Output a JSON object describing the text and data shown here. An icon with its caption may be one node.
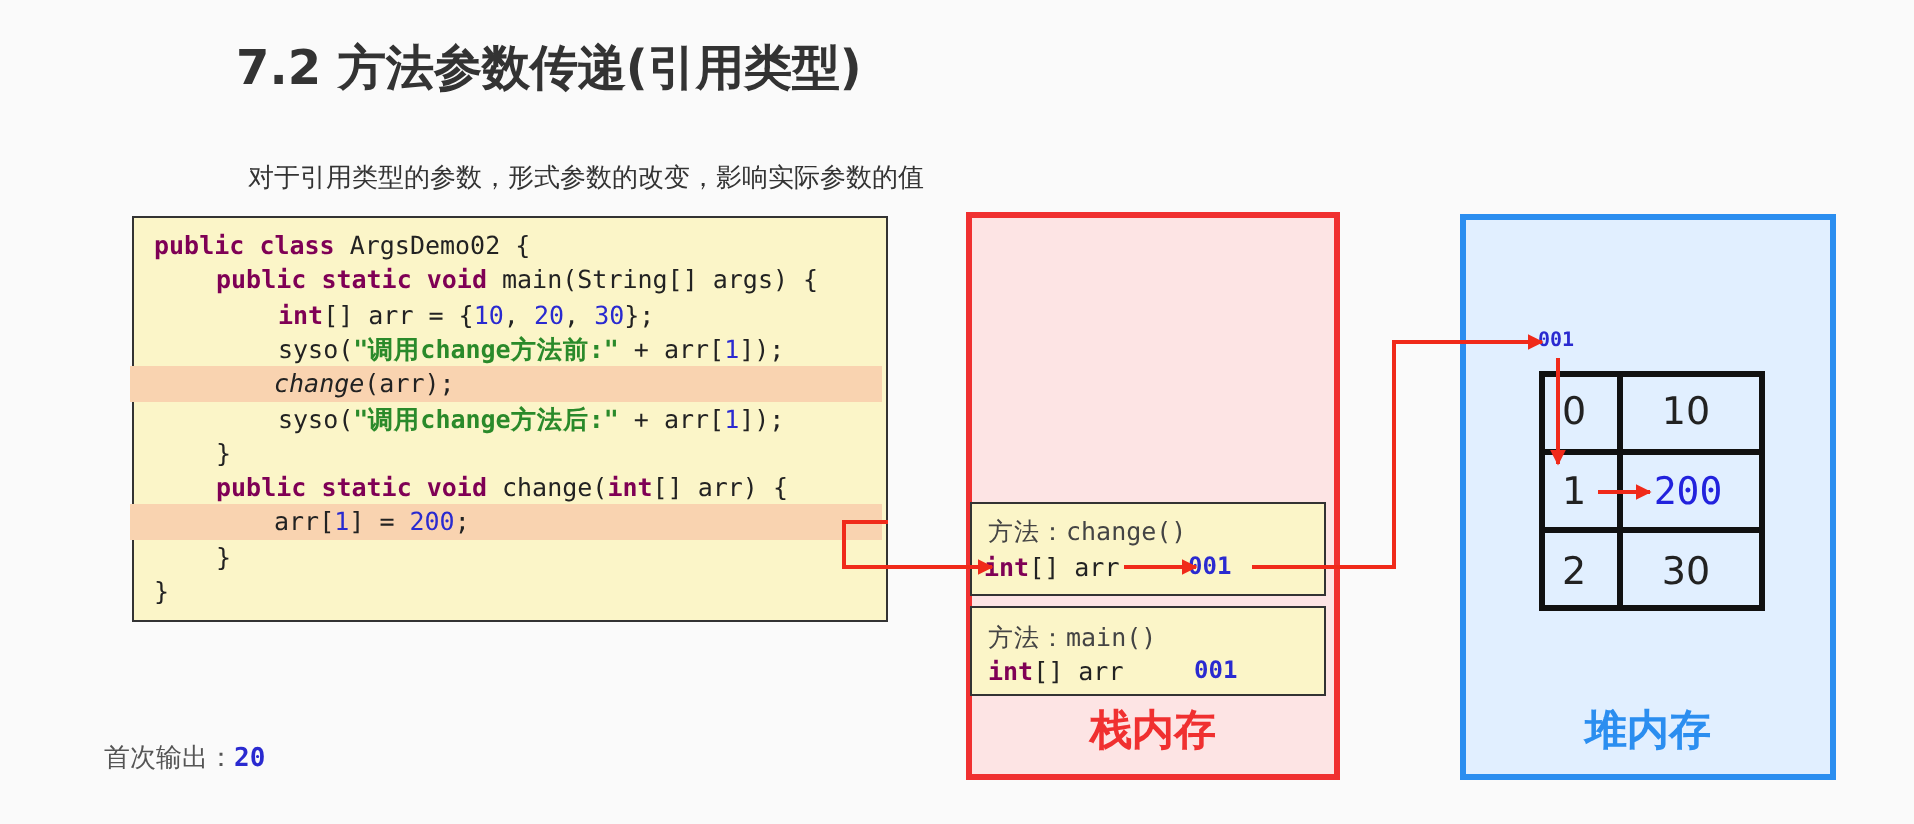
{
  "diagram": {
    "title": "7.2 方法参数传递(引用类型)",
    "nodes": [
      {
        "text": [
          "**public** **class** ArgsDemo02 {",
          "**public** **static** **void** main(String[] args) {",
          "**int**[] arr = {10, 20, 30};",
          "syso(**\"调用change方法前:\"** + arr[1]);",
          "syso(**\"调用change方法后:\"** + arr[1]);",
          "}",
          "**public** **static** **void** change(**int**[] arr) {",
          "}",
          "}"
        ]
      },
      {
        "text": [
          "*change*(arr);"
        ],
        "in": 0
      },
      {
        "text": [
          "arr[1] = 200;"
        ],
        "in": 0
      },
      {
        "text": [
          "栈内存"
        ]
      },
      {
        "text": [
          "方法：change()"
        ],
        "in": 3
      },
      {
        "text": [
          "**int**[] arr"
        ],
        "in": 4
      },
      {
        "text": [
          "001"
        ],
        "in": 4
      },
      {
        "text": [
          "方法：main()",
          "**int**[] arr",
          "001"
        ],
        "in": 3
      },
      {
        "text": [
          "堆内存"
        ]
      },
      {
        "text": [
          "001"
        ],
        "in": 8
      },
      {
        "text": [
          "0"
        ],
        "in": 8
      },
      {
        "text": [
          "10"
        ],
        "in": 8
      },
      {
        "text": [
          "1"
        ],
        "in": 8
      },
      {
        "text": [
          "200"
        ],
        "in": 8
      },
      {
        "text": [
          "2"
        ],
        "in": 8
      },
      {
        "text": [
          "30"
        ],
        "in": 8
      }
    ],
    "edges": [
      {
        "from": 2,
        "to": 5,
        "arrow": "to"
      },
      {
        "from": 5,
        "to": 6,
        "arrow": "to"
      },
      {
        "from": 6,
        "to": 9,
        "arrow": "to"
      },
      {
        "from": 9,
        "to": 12,
        "arrow": "to"
      },
      {
        "from": 12,
        "to": 13,
        "arrow": "to"
      }
    ],
    "labels": [
      "对于引用类型的参数，形式参数的改变，影响实际参数的值",
      "首次输出：**20**"
    ]
  }
}
